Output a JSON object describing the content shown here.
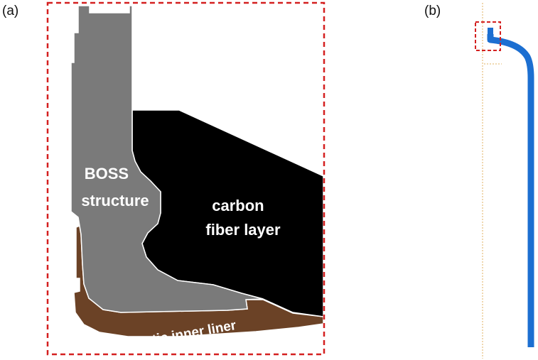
{
  "panels": {
    "a": {
      "label": "(a)"
    },
    "b": {
      "label": "(b)"
    }
  },
  "regions": {
    "boss": {
      "line1": "BOSS",
      "line2": "structure",
      "color": "#7a7a7a"
    },
    "carbon": {
      "line1": "carbon",
      "line2": "fiber layer",
      "color": "#000000"
    },
    "liner": {
      "label": "plastic inner liner",
      "color": "#6b4226"
    }
  },
  "colors": {
    "highlight_box": "#d42020",
    "overview_tank": "#1c6fd1",
    "axis_line": "#e0b060"
  }
}
